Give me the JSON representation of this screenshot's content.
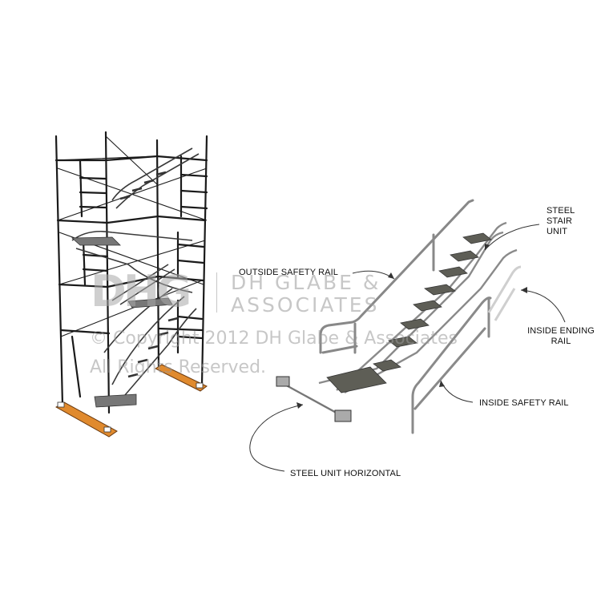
{
  "diagram": {
    "title": "Steel stair unit scaffold assembly",
    "subject_left": "Assembled scaffold tower with switchback stairs",
    "subject_right": "Exploded view of steel stair unit components",
    "colors": {
      "line": "#1a1a1a",
      "rail": "#8a8a8a",
      "tread": "#5e5e56",
      "base_plank": "#e08a2e",
      "watermark": "#a8a8a8",
      "label": "#111111"
    }
  },
  "callouts": {
    "steel_stair_unit": [
      "STEEL",
      "STAIR",
      "UNIT"
    ],
    "outside_safety_rail": "OUTSIDE SAFETY RAIL",
    "inside_ending_rail": [
      "INSIDE ENDING",
      "RAIL"
    ],
    "inside_safety_rail": "INSIDE SAFETY RAIL",
    "steel_unit_horizontal": "STEEL UNIT HORIZONTAL"
  },
  "watermark": {
    "logo": "DHG",
    "company_line1": "DH GLABE &",
    "company_line2": "ASSOCIATES",
    "copyright_line1": "© Copyright 2012 DH Glabe & Associates",
    "copyright_line2": "All Rights Reserved."
  }
}
